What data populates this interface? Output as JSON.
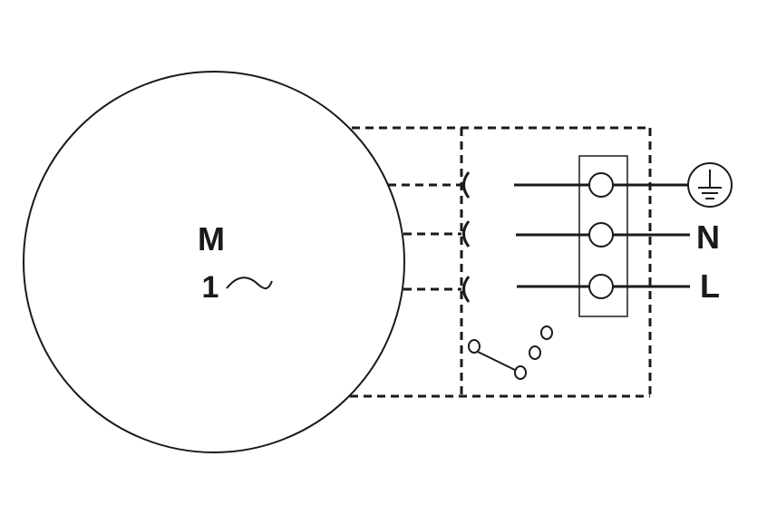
{
  "motor": {
    "symbol": "M",
    "phase": "1",
    "ac_symbol": "∼"
  },
  "terminals": {
    "neutral_label": "N",
    "line_label": "L",
    "earth": "earth-ground-icon"
  },
  "colors": {
    "line": "#1a1a1a",
    "background": "#ffffff"
  }
}
